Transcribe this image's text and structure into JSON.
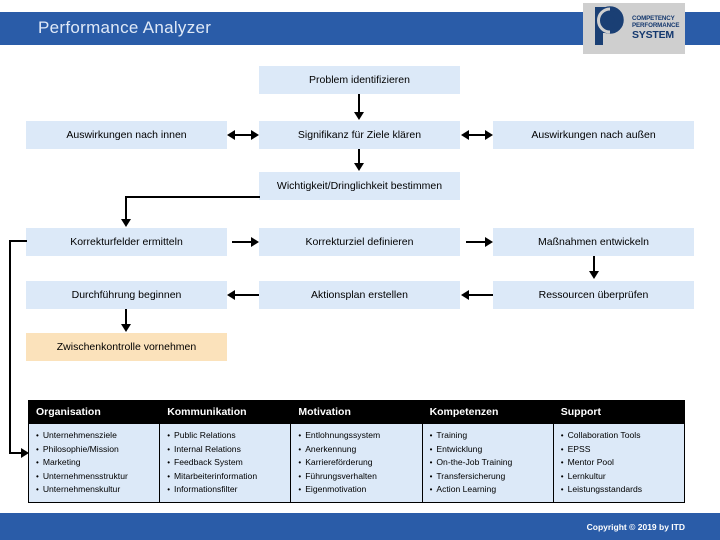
{
  "header": {
    "title": "Performance Analyzer",
    "logo": {
      "line1": "COMPETENCY",
      "line2": "PERFORMANCE",
      "line3": "SYSTEM",
      "mark": "stylized-p-circle"
    },
    "bar_color": "#2a5ca8"
  },
  "flow": {
    "box_fill": "#dce9f8",
    "highlight_fill": "#fbe2bb",
    "nodes": {
      "problem": "Problem identifizieren",
      "impact_inner": "Auswirkungen nach innen",
      "significance": "Signifikanz für Ziele klären",
      "impact_outer": "Auswirkungen nach außen",
      "priority": "Wichtigkeit/Dringlichkeit bestimmen",
      "fields": "Korrekturfelder ermitteln",
      "goal": "Korrekturziel definieren",
      "measures": "Maßnahmen entwickeln",
      "execute": "Durchführung beginnen",
      "actionplan": "Aktionsplan erstellen",
      "resources": "Ressourcen überprüfen",
      "interim": "Zwischenkontrolle vornehmen"
    }
  },
  "table": {
    "headers": [
      "Organisation",
      "Kommunikation",
      "Motivation",
      "Kompetenzen",
      "Support"
    ],
    "columns": [
      [
        "Unternehmensziele",
        "Philosophie/Mission",
        "Marketing",
        "Unternehmensstruktur",
        "Unternehmenskultur"
      ],
      [
        "Public Relations",
        "Internal Relations",
        "Feedback System",
        "Mitarbeiterinformation",
        "Informationsfilter"
      ],
      [
        "Entlohnungssystem",
        "Anerkennung",
        "Karriereförderung",
        "Führungsverhalten",
        "Eigenmotivation"
      ],
      [
        "Training",
        "Entwicklung",
        "On-the-Job Training",
        "Transfersicherung",
        "Action Learning"
      ],
      [
        "Collaboration Tools",
        "EPSS",
        "Mentor Pool",
        "Lernkultur",
        "Leistungsstandards"
      ]
    ],
    "header_bg": "#000000",
    "cell_bg": "#dce9f8"
  },
  "footer": {
    "copyright": "Copyright © 2019 by ITD",
    "bar_color": "#2a5ca8"
  }
}
